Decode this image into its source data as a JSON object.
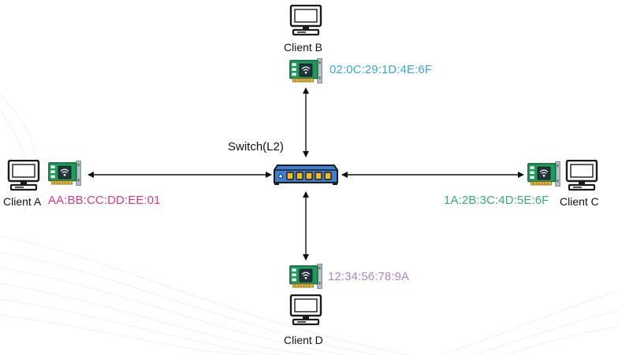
{
  "switch": {
    "label": "Switch(L2)"
  },
  "clients": {
    "a": {
      "label": "Client A",
      "mac": "AA:BB:CC:DD:EE:01",
      "mac_color": "#e8347a"
    },
    "b": {
      "label": "Client B",
      "mac": "02:0C:29:1D:4E:6F",
      "mac_color": "#35a9dc"
    },
    "c": {
      "label": "Client C",
      "mac": "1A:2B:3C:4D:5E:6F",
      "mac_color": "#2fb36a"
    },
    "d": {
      "label": "Client D",
      "mac": "12:34:56:78:9A",
      "mac_color": "#a883d6"
    }
  },
  "colors": {
    "switch_body": "#3d7fd3",
    "switch_ports": "#f6b91e",
    "nic_board": "#1e9a5a",
    "nic_bracket": "#b9c2c9",
    "arrow": "#111111"
  },
  "icons": {
    "client": "desktop-computer-icon",
    "nic": "network-card-icon",
    "switch": "network-switch-icon"
  }
}
